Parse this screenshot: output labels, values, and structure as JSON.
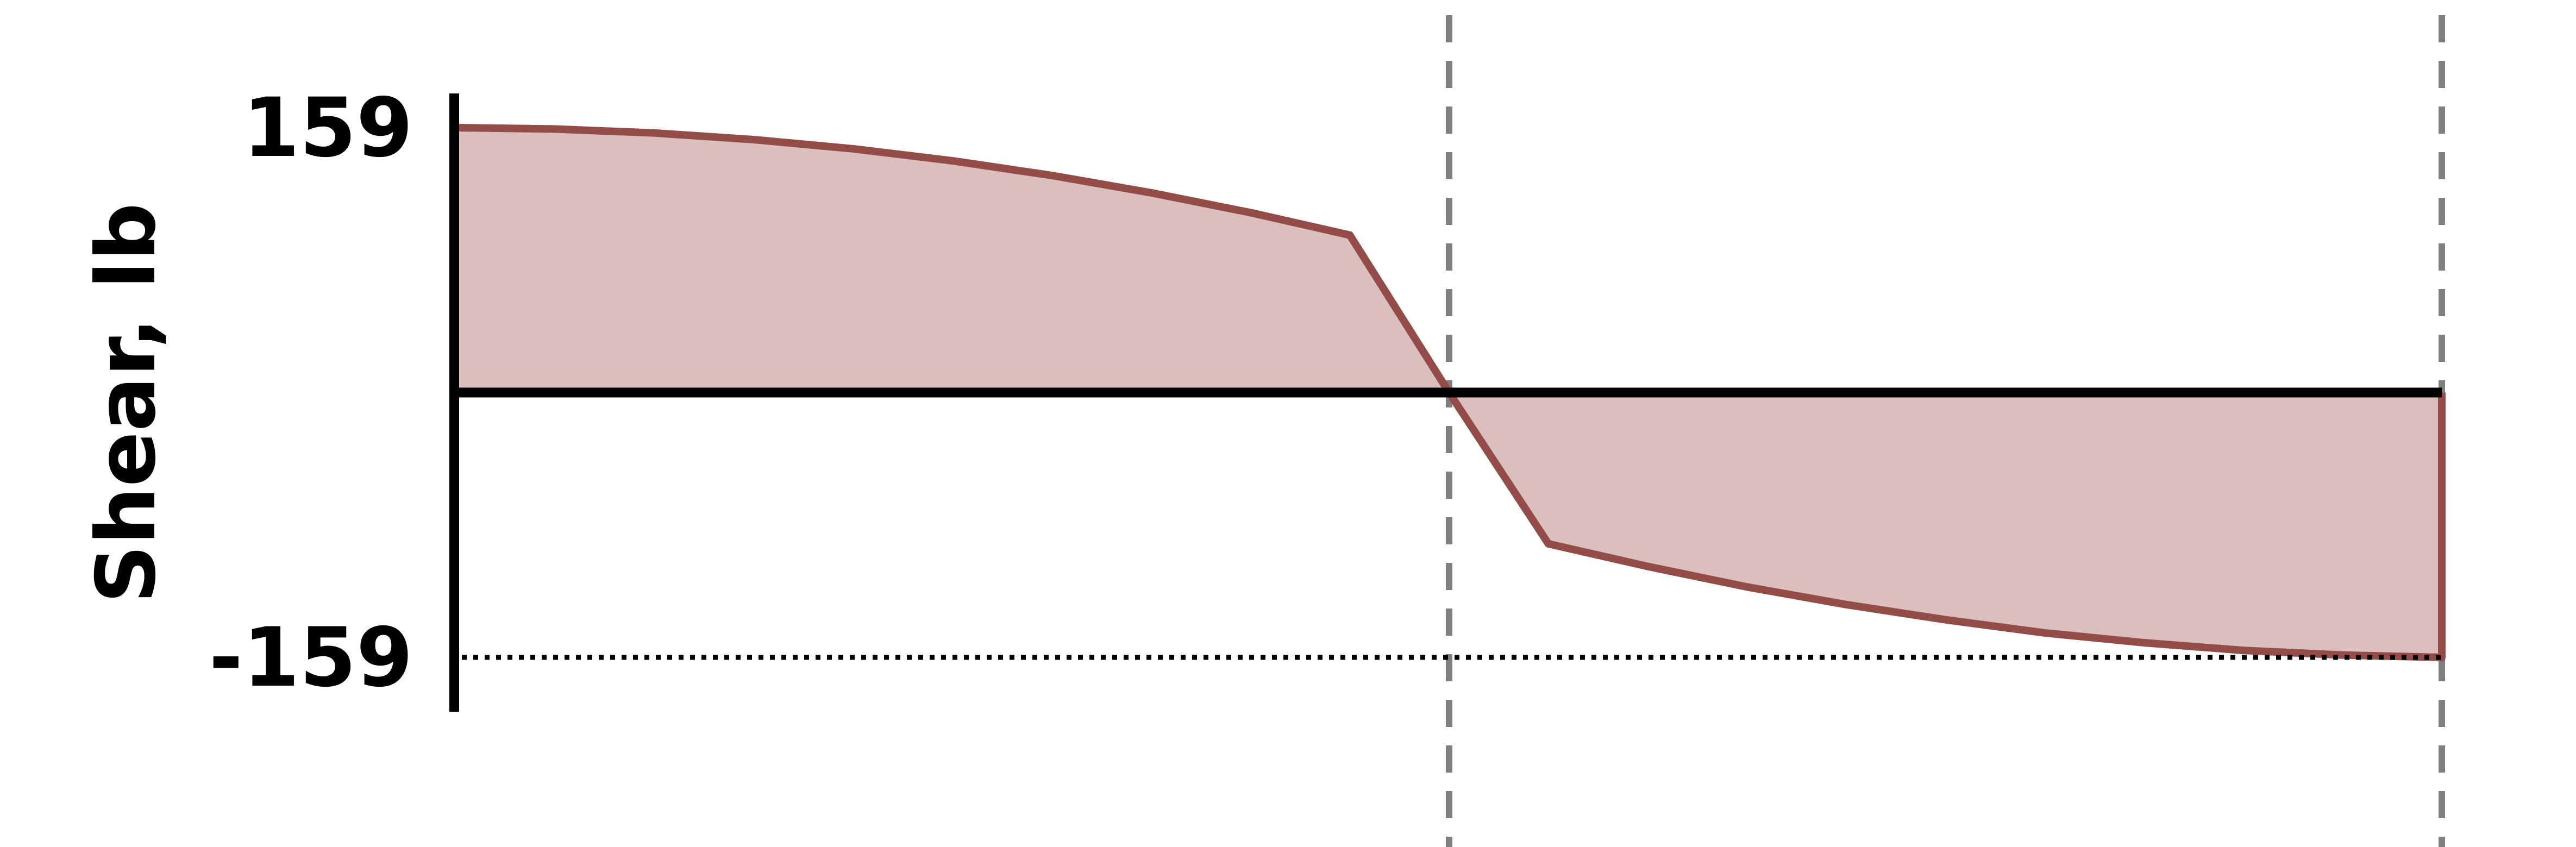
{
  "chart_data": {
    "type": "area",
    "title": "",
    "ylabel": "Shear, lb",
    "xlabel": "",
    "ylim": [
      -159,
      159
    ],
    "y_ticks": [
      {
        "value": 159,
        "label": "159"
      },
      {
        "value": -159,
        "label": "-159"
      }
    ],
    "x_range": [
      0,
      1
    ],
    "section_boundaries": [
      0.5,
      1.0
    ],
    "series": [
      {
        "x": [
          0,
          0.05,
          0.1,
          0.15,
          0.2,
          0.25,
          0.3,
          0.35,
          0.4,
          0.45,
          0.5,
          0.55,
          0.6,
          0.65,
          0.7,
          0.75,
          0.8,
          0.85,
          0.9,
          0.95,
          1.0
        ],
        "values": [
          159,
          158.2,
          155.8,
          151.8,
          146.3,
          139.1,
          130.3,
          119.9,
          108.0,
          94.5,
          0,
          -90.8,
          -104.4,
          -116.7,
          -127.3,
          -136.4,
          -144.3,
          -150.2,
          -154.8,
          -157.6,
          -159
        ]
      }
    ],
    "colors": {
      "fill": "#dbbfbf",
      "stroke": "#934c47",
      "axis": "#000000",
      "divider": "#7f7f7f"
    },
    "grid": false,
    "legend": "none"
  }
}
